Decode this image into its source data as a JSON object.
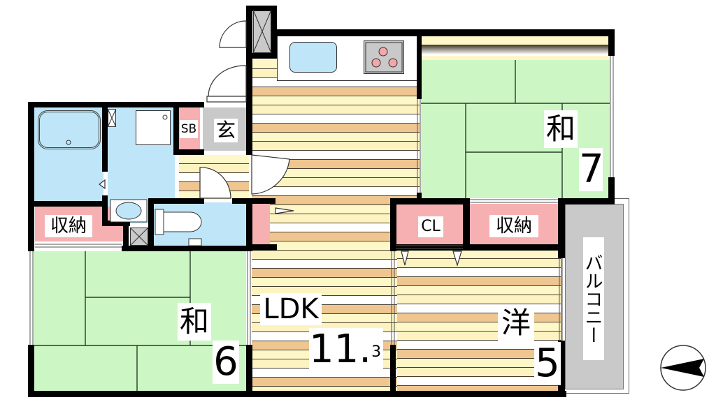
{
  "floor_plan": {
    "layout_type": "3LDK",
    "rooms": [
      {
        "id": "ldk",
        "label": "LDK",
        "size_main": "11.",
        "size_sup": "3",
        "type": "living-dining-kitchen",
        "floor": "wood"
      },
      {
        "id": "washitsu_7",
        "label": "和",
        "size": "7",
        "type": "japanese-room",
        "floor": "tatami"
      },
      {
        "id": "washitsu_6",
        "label": "和",
        "size": "6",
        "type": "japanese-room",
        "floor": "tatami"
      },
      {
        "id": "youshitsu_5",
        "label": "洋",
        "size": "5",
        "type": "western-room",
        "floor": "wood"
      },
      {
        "id": "genkan",
        "label": "玄",
        "type": "entrance"
      },
      {
        "id": "shoe_box",
        "label": "SB",
        "type": "shoe-box"
      },
      {
        "id": "storage_left",
        "label": "収納",
        "type": "storage"
      },
      {
        "id": "storage_right",
        "label": "収納",
        "type": "storage"
      },
      {
        "id": "closet",
        "label": "CL",
        "type": "closet"
      },
      {
        "id": "balcony",
        "label": "バルコニー",
        "type": "balcony"
      },
      {
        "id": "bathroom",
        "type": "bath"
      },
      {
        "id": "washroom",
        "type": "washroom"
      },
      {
        "id": "toilet",
        "type": "toilet"
      }
    ],
    "compass": {
      "direction": "west-pointing",
      "icon": "north-arrow-icon"
    },
    "colors": {
      "wall": "#000000",
      "tatami": "#ccf7c4",
      "wood_light": "#fef7c8",
      "wood_dark": "#efc690",
      "wet_area": "#bfe6f8",
      "storage": "#f7b0b2",
      "balcony": "#c9c9c9",
      "burner": "#f4a6aa"
    }
  }
}
